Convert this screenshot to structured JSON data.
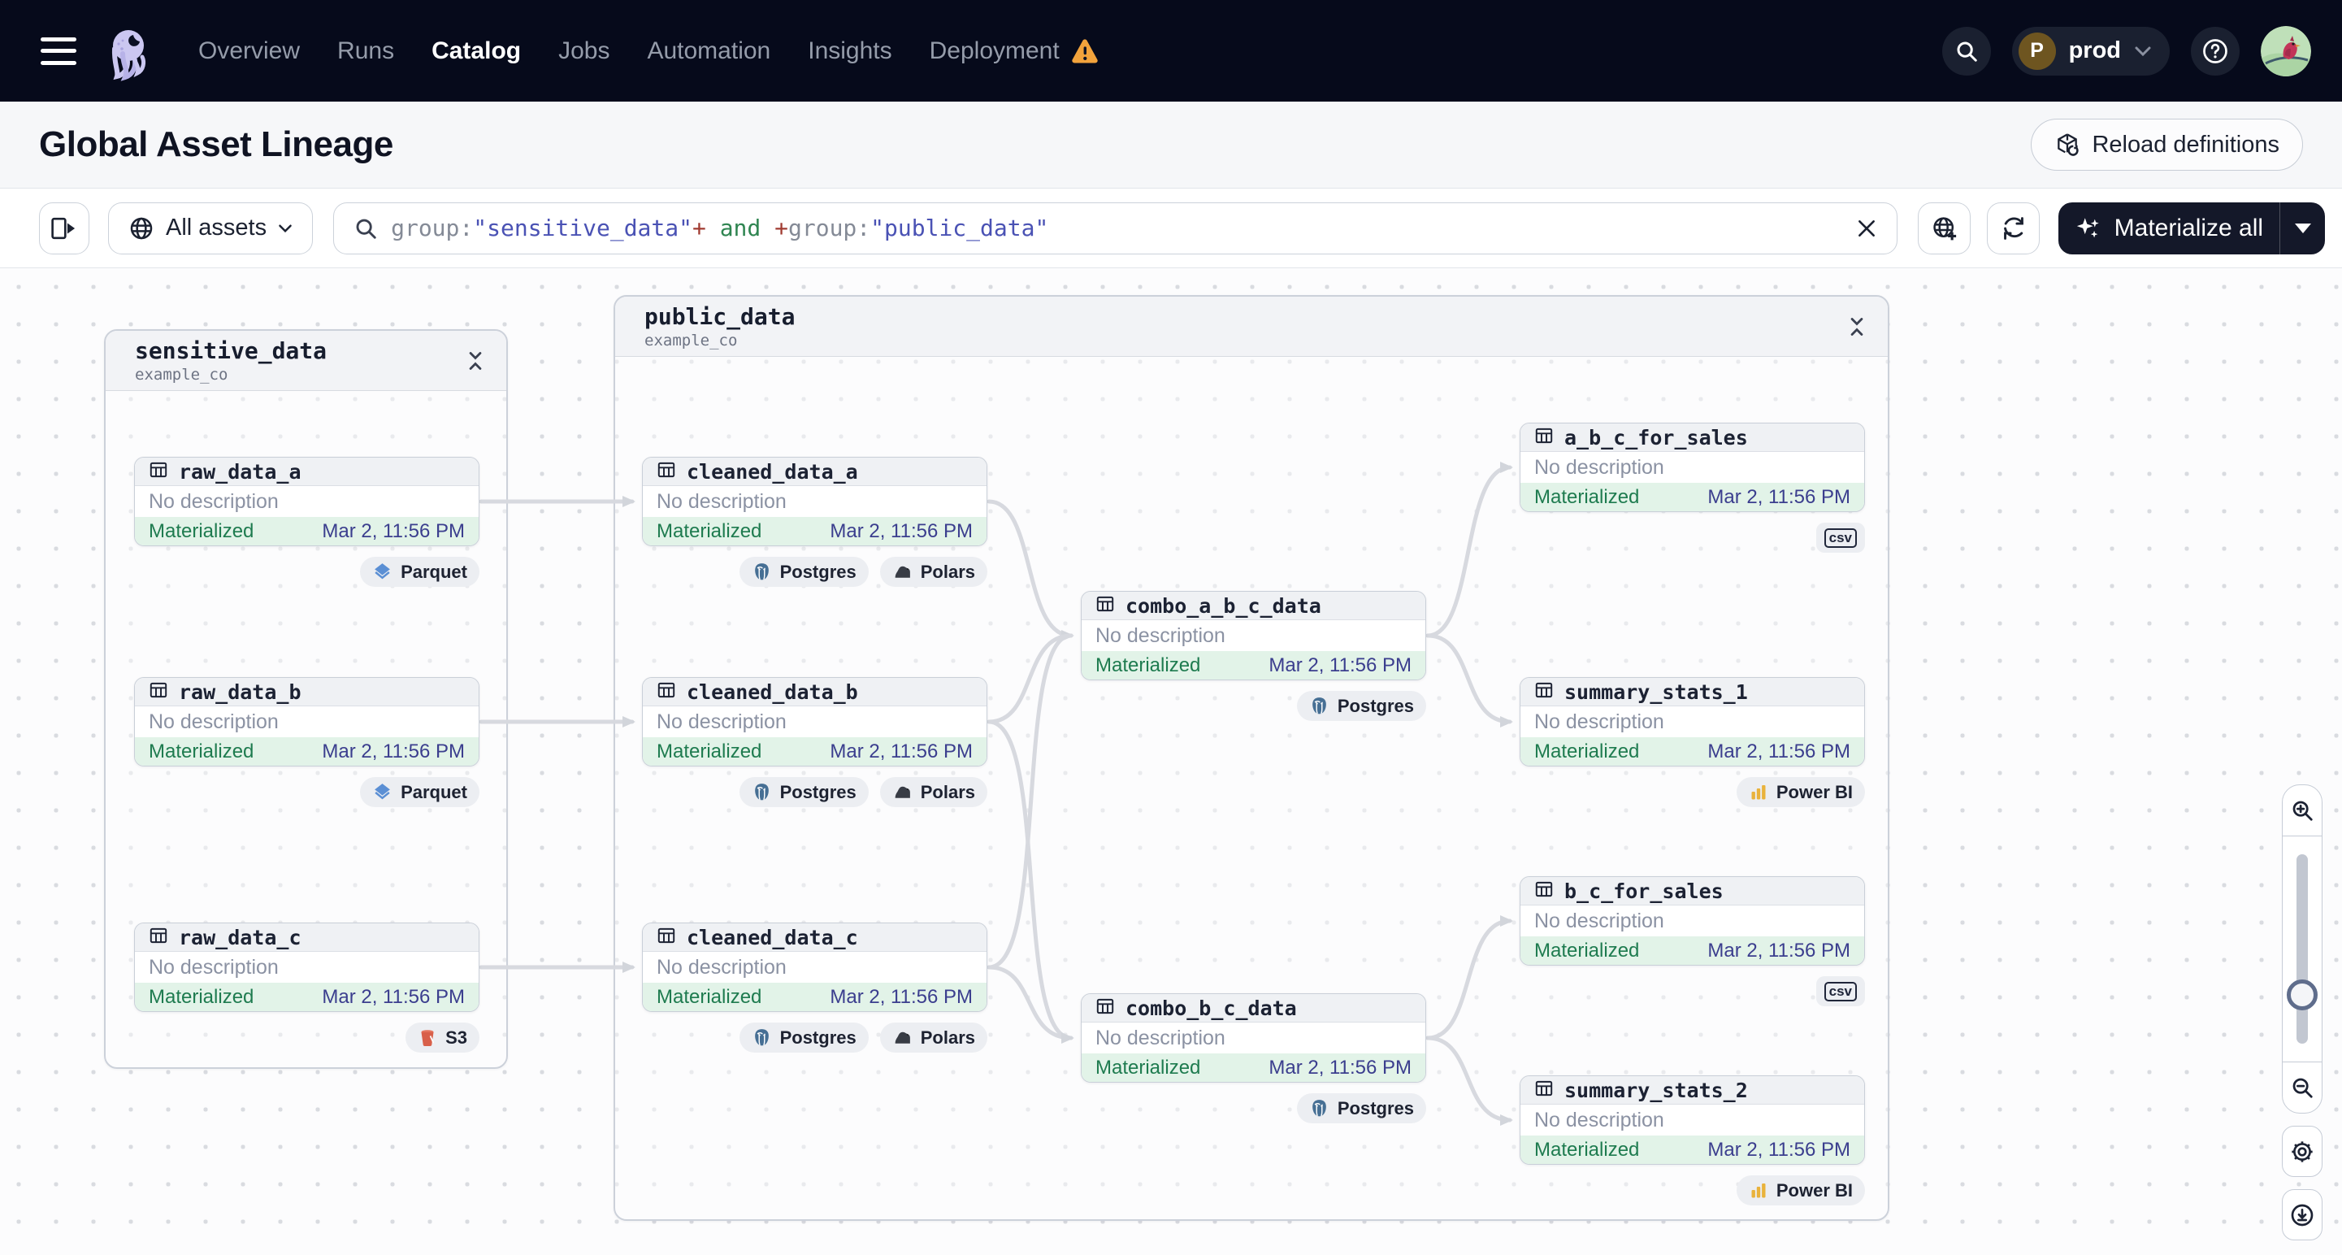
{
  "navbar": {
    "menu": [
      {
        "label": "Overview"
      },
      {
        "label": "Runs"
      },
      {
        "label": "Catalog"
      },
      {
        "label": "Jobs"
      },
      {
        "label": "Automation"
      },
      {
        "label": "Insights"
      },
      {
        "label": "Deployment"
      }
    ],
    "active_item": "Catalog",
    "environment": {
      "initial": "P",
      "name": "prod"
    }
  },
  "header": {
    "title": "Global Asset Lineage",
    "reload_button": "Reload definitions"
  },
  "toolbar": {
    "scope_button": "All assets",
    "search": {
      "tokens": [
        {
          "text": "group",
          "color": "#848a96"
        },
        {
          "text": ":",
          "color": "#848a96"
        },
        {
          "text": "\"sensitive_data\"",
          "color": "#4a52b4"
        },
        {
          "text": "+",
          "color": "#a03b31"
        },
        {
          "text": " and ",
          "color": "#2f8551"
        },
        {
          "text": "+",
          "color": "#a03b31"
        },
        {
          "text": "group",
          "color": "#848a96"
        },
        {
          "text": ":",
          "color": "#848a96"
        },
        {
          "text": "\"public_data\"",
          "color": "#4a52b4"
        }
      ]
    },
    "materialize_button": "Materialize all"
  },
  "graph": {
    "groups": [
      {
        "name": "sensitive_data",
        "subtitle": "example_co"
      },
      {
        "name": "public_data",
        "subtitle": "example_co"
      }
    ],
    "nodes": [
      {
        "name": "raw_data_a",
        "description": "No description",
        "status": "Materialized",
        "timestamp": "Mar 2, 11:56 PM",
        "badges": [
          {
            "label": "Parquet"
          }
        ]
      },
      {
        "name": "raw_data_b",
        "description": "No description",
        "status": "Materialized",
        "timestamp": "Mar 2, 11:56 PM",
        "badges": [
          {
            "label": "Parquet"
          }
        ]
      },
      {
        "name": "raw_data_c",
        "description": "No description",
        "status": "Materialized",
        "timestamp": "Mar 2, 11:56 PM",
        "badges": [
          {
            "label": "S3"
          }
        ]
      },
      {
        "name": "cleaned_data_a",
        "description": "No description",
        "status": "Materialized",
        "timestamp": "Mar 2, 11:56 PM",
        "badges": [
          {
            "label": "Postgres"
          },
          {
            "label": "Polars"
          }
        ]
      },
      {
        "name": "cleaned_data_b",
        "description": "No description",
        "status": "Materialized",
        "timestamp": "Mar 2, 11:56 PM",
        "badges": [
          {
            "label": "Postgres"
          },
          {
            "label": "Polars"
          }
        ]
      },
      {
        "name": "cleaned_data_c",
        "description": "No description",
        "status": "Materialized",
        "timestamp": "Mar 2, 11:56 PM",
        "badges": [
          {
            "label": "Postgres"
          },
          {
            "label": "Polars"
          }
        ]
      },
      {
        "name": "combo_a_b_c_data",
        "description": "No description",
        "status": "Materialized",
        "timestamp": "Mar 2, 11:56 PM",
        "badges": [
          {
            "label": "Postgres"
          }
        ]
      },
      {
        "name": "combo_b_c_data",
        "description": "No description",
        "status": "Materialized",
        "timestamp": "Mar 2, 11:56 PM",
        "badges": [
          {
            "label": "Postgres"
          }
        ]
      },
      {
        "name": "a_b_c_for_sales",
        "description": "No description",
        "status": "Materialized",
        "timestamp": "Mar 2, 11:56 PM",
        "badges": [
          {
            "label": "csv"
          }
        ]
      },
      {
        "name": "summary_stats_1",
        "description": "No description",
        "status": "Materialized",
        "timestamp": "Mar 2, 11:56 PM",
        "badges": [
          {
            "label": "Power BI"
          }
        ]
      },
      {
        "name": "b_c_for_sales",
        "description": "No description",
        "status": "Materialized",
        "timestamp": "Mar 2, 11:56 PM",
        "badges": [
          {
            "label": "csv"
          }
        ]
      },
      {
        "name": "summary_stats_2",
        "description": "No description",
        "status": "Materialized",
        "timestamp": "Mar 2, 11:56 PM",
        "badges": [
          {
            "label": "Power BI"
          }
        ]
      }
    ]
  },
  "colors": {
    "navbar_bg": "#060a1b",
    "accent_dark": "#141829",
    "materialized_green": "#1e7b4f",
    "timestamp_indigo": "#3b3e8e",
    "edge_gray": "#d7d9df",
    "warning_orange": "#f2a33c"
  }
}
